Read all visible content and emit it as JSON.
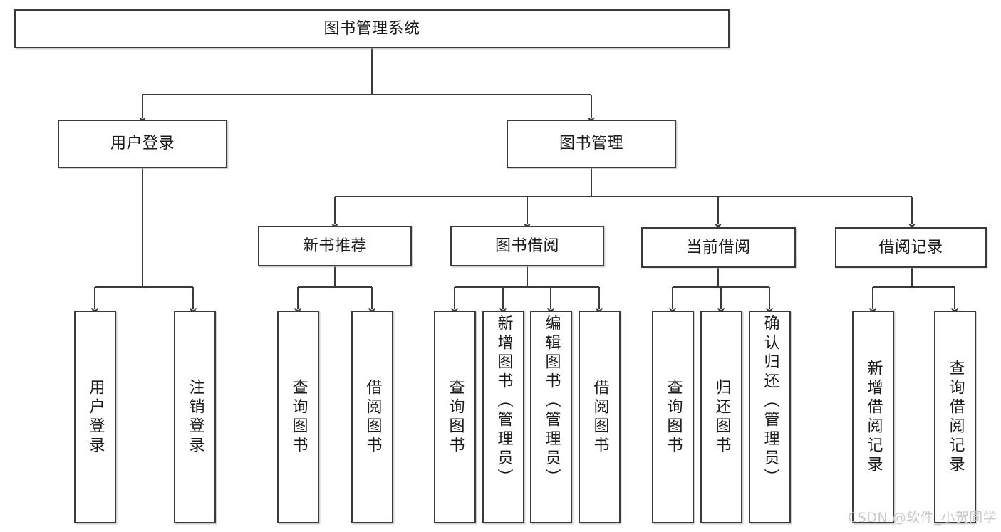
{
  "diagram": {
    "type": "tree-hierarchy",
    "title": "图书管理系统",
    "stroke_color": "#3b3b3b",
    "fill_color": "#ffffff",
    "text_color": "#1a1a1a",
    "watermark": "CSDN @软件_小贺同学"
  },
  "nodes": {
    "root": {
      "label": "图书管理系统"
    },
    "level1": [
      {
        "id": "user-login",
        "label": "用户登录"
      },
      {
        "id": "book-manage",
        "label": "图书管理"
      }
    ],
    "level2": [
      {
        "id": "new-book-recommend",
        "label": "新书推荐"
      },
      {
        "id": "book-borrow",
        "label": "图书借阅"
      },
      {
        "id": "current-borrow",
        "label": "当前借阅"
      },
      {
        "id": "borrow-record",
        "label": "借阅记录"
      }
    ],
    "leaves": {
      "user_login": [
        {
          "id": "leaf-user-login",
          "label": "用户登录"
        },
        {
          "id": "leaf-logout",
          "label": "注销登录"
        }
      ],
      "new_book_recommend": [
        {
          "id": "leaf-query-book-1",
          "label": "查询图书"
        },
        {
          "id": "leaf-borrow-book-1",
          "label": "借阅图书"
        }
      ],
      "book_borrow": [
        {
          "id": "leaf-query-book-2",
          "label": "查询图书"
        },
        {
          "id": "leaf-add-book",
          "label": "新增图书（管理员）"
        },
        {
          "id": "leaf-edit-book",
          "label": "编辑图书（管理员）"
        },
        {
          "id": "leaf-borrow-book-2",
          "label": "借阅图书"
        }
      ],
      "current_borrow": [
        {
          "id": "leaf-query-book-3",
          "label": "查询图书"
        },
        {
          "id": "leaf-return-book",
          "label": "归还图书"
        },
        {
          "id": "leaf-confirm-return",
          "label": "确认归还（管理员）"
        }
      ],
      "borrow_record": [
        {
          "id": "leaf-add-record",
          "label": "新增借阅记录"
        },
        {
          "id": "leaf-query-record",
          "label": "查询借阅记录"
        }
      ]
    }
  }
}
